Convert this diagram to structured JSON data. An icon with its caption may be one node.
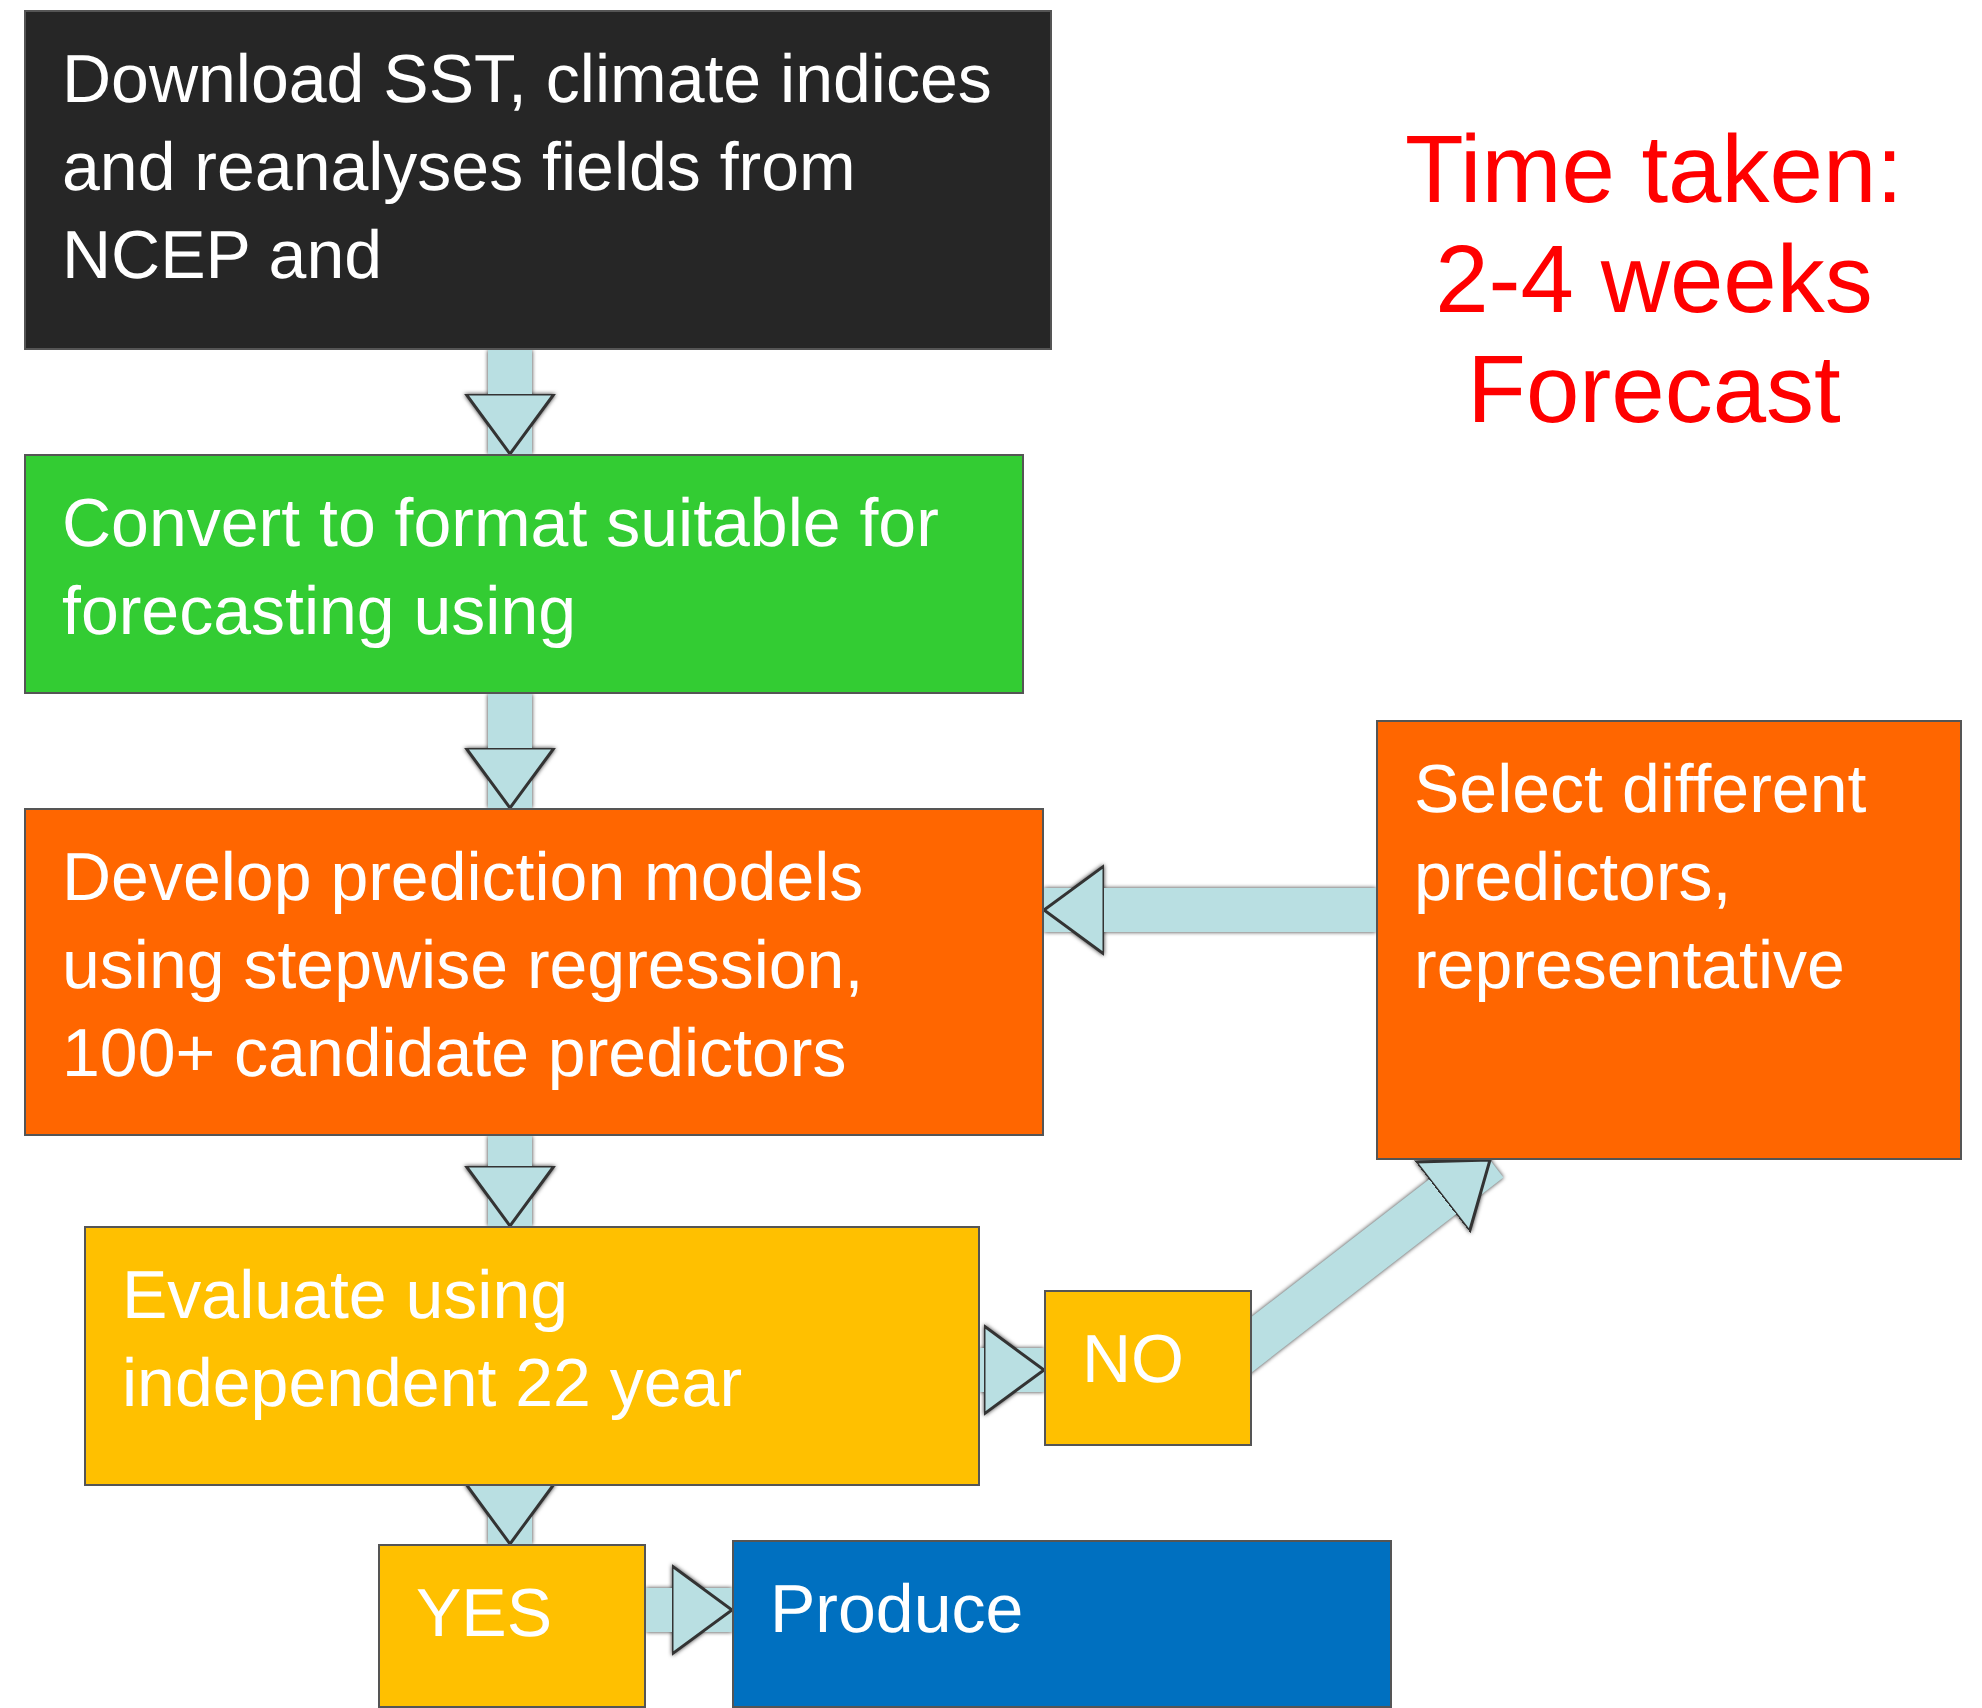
{
  "diagram": {
    "nodes": [
      {
        "text": [
          "Download SST, climate indices and reanalyses fields from NCEP and"
        ]
      },
      {
        "text": [
          "Convert to format suitable for forecasting using"
        ]
      },
      {
        "text": [
          "Develop prediction models using stepwise regression, 100+ candidate predictors"
        ]
      },
      {
        "text": [
          "Select different predictors, representative"
        ]
      },
      {
        "text": [
          "Evaluate using independent 22 year"
        ]
      },
      {
        "text": [
          "NO"
        ]
      },
      {
        "text": [
          "YES"
        ]
      },
      {
        "text": [
          "Produce"
        ]
      }
    ],
    "edges": [
      {
        "from": 0,
        "to": 1,
        "arrow": "to"
      },
      {
        "from": 1,
        "to": 2,
        "arrow": "to"
      },
      {
        "from": 3,
        "to": 2,
        "arrow": "to"
      },
      {
        "from": 2,
        "to": 4,
        "arrow": "to"
      },
      {
        "from": 4,
        "to": 5,
        "arrow": "to"
      },
      {
        "from": 5,
        "to": 3,
        "arrow": "to"
      },
      {
        "from": 4,
        "to": 6,
        "arrow": "to"
      },
      {
        "from": 6,
        "to": 7,
        "arrow": "to"
      }
    ],
    "labels": [
      "Time taken: 2-4 weeks Forecast"
    ]
  }
}
